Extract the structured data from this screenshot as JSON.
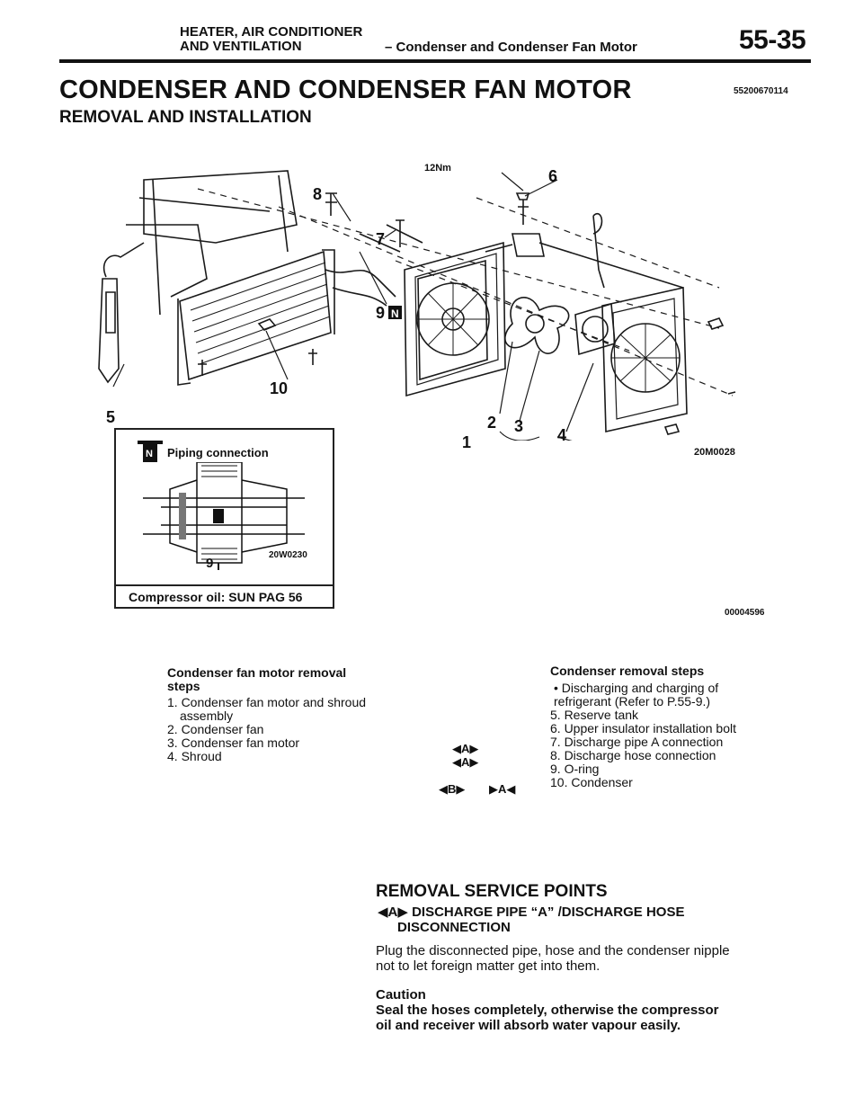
{
  "header": {
    "section_line1": "HEATER, AIR CONDITIONER",
    "section_line2": "AND VENTILATION",
    "subsection": "– Condenser and Condenser Fan Motor",
    "page_number": "55-35"
  },
  "page": {
    "title": "CONDENSER AND CONDENSER FAN MOTOR",
    "doc_code": "55200670114",
    "subtitle": "REMOVAL AND INSTALLATION"
  },
  "diagram": {
    "torque": "12Nm",
    "callouts": [
      "1",
      "2",
      "3",
      "4",
      "5",
      "6",
      "7",
      "8",
      "9",
      "10"
    ],
    "callout_9_badge": "N",
    "fig_code": "20M0028",
    "footer_code": "00004596",
    "inset": {
      "badge": "N",
      "title": "Piping connection",
      "part_number": "9",
      "code": "20W0230",
      "oil_note": "Compressor oil: SUN PAG 56"
    }
  },
  "fan_steps": {
    "heading1": "Condenser fan motor removal",
    "heading2": "steps",
    "items": [
      "1. Condenser fan motor and shroud",
      "    assembly",
      "2. Condenser fan",
      "3. Condenser fan motor",
      "4. Shroud"
    ]
  },
  "cond_steps": {
    "heading": "Condenser removal steps",
    "items": [
      "• Discharging and charging of",
      "   refrigerant (Refer to P.55-9.)",
      "5. Reserve tank",
      "6. Upper insulator installation bolt",
      "7. Discharge pipe A connection",
      "8. Discharge hose connection",
      "9. O-ring",
      "10. Condenser"
    ],
    "marks": {
      "m7": "◀A▶",
      "m8": "◀A▶",
      "m10a": "◀B▶",
      "m10b": "▶A◀"
    }
  },
  "removal_service": {
    "title": "REMOVAL SERVICE POINTS",
    "item_mark": "◀A▶",
    "item_line1": "DISCHARGE PIPE “A” /DISCHARGE HOSE",
    "item_line2": "DISCONNECTION",
    "body_line1": "Plug the disconnected pipe, hose and the condenser nipple",
    "body_line2": "not to let foreign matter get into them.",
    "caution_label": "Caution",
    "caution_line1": "Seal the hoses completely, otherwise the compressor",
    "caution_line2": "oil and receiver will absorb water vapour easily."
  }
}
